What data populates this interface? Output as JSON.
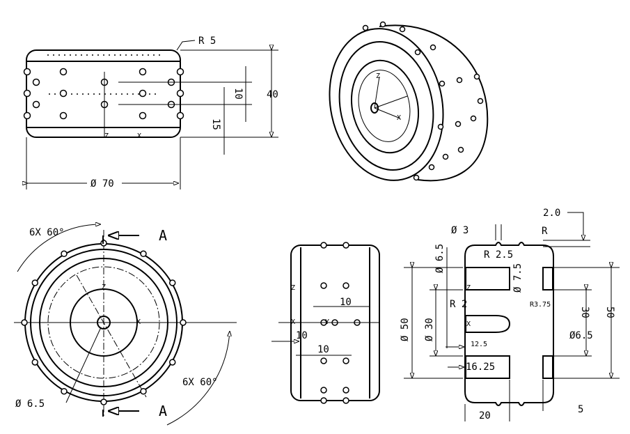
{
  "top_view": {
    "radius": "R 5",
    "height": "40",
    "spacing": "10",
    "offset": "15",
    "diameter": "Ø 70",
    "axis_z": "Z",
    "axis_x": "X"
  },
  "iso_view": {
    "axis_z": "Z",
    "axis_x": "X"
  },
  "front_view": {
    "pattern_top": "6X 60°",
    "pattern_bottom": "6X 60°",
    "section_a_top": "A",
    "section_a_bottom": "A",
    "hole_dia": "Ø 6.5",
    "axis_z": "Z",
    "axis_x": "X"
  },
  "side_view": {
    "axis_z": "Z",
    "axis_x": "X",
    "axis_y": "Y",
    "dim_a": "10",
    "dim_b": "10",
    "dim_c": "10"
  },
  "section_view": {
    "pin_dia": "Ø 3",
    "pin_r": "R",
    "bump_h": "2.0",
    "corner_r": "R 2.5",
    "bore_dia": "Ø 6.5",
    "groove_dia": "Ø 7.5",
    "outer_dia_left": "Ø 50",
    "inner_dia_left": "Ø 30",
    "r2": "R 2",
    "r375": "R3.75",
    "inner_dia_right": "30",
    "outer_dia_right": "50",
    "right_65": "Ø6.5",
    "depth_125": "12.5",
    "depth_1625": "16.25",
    "width_20": "20",
    "width_5": "5",
    "axis_z": "Z",
    "axis_x": "X"
  }
}
